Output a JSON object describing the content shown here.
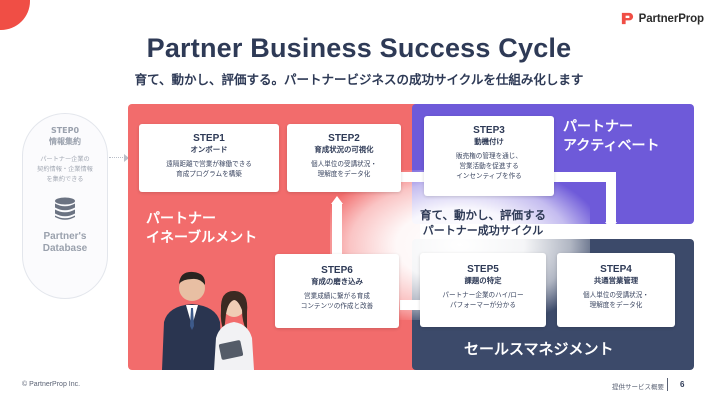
{
  "brand": {
    "name": "PartnerProp",
    "logo_icon": "partnerprop-logo-icon",
    "accent": "#f04e45"
  },
  "header": {
    "title": "Partner Business Success Cycle",
    "subtitle": "育て、動かし、評価する。パートナービジネスの成功サイクルを仕組み化します"
  },
  "step0": {
    "title_line1": "STEP0",
    "title_line2": "情報集約",
    "desc_line1": "パートナー企業の",
    "desc_line2": "契約情報・企業情報",
    "desc_line3": "を集約できる",
    "icon": "database-icon",
    "db_label_line1": "Partner's",
    "db_label_line2": "Database"
  },
  "panels": {
    "enable": {
      "line1": "パートナー",
      "line2": "イネーブルメント",
      "color": "#f26c6c"
    },
    "activate": {
      "line1": "パートナー",
      "line2": "アクティベート",
      "color": "#6e5ad9"
    },
    "sales": {
      "line1": "セールスマネジメント",
      "color": "#3c4a6a"
    }
  },
  "cycle": {
    "line1": "育て、動かし、評価する",
    "line2": "パートナー成功サイクル"
  },
  "steps": [
    {
      "step": "STEP1",
      "name": "オンボード",
      "desc1": "遠隔距離で営業が稼働できる",
      "desc2": "育成プログラムを構築"
    },
    {
      "step": "STEP2",
      "name": "育成状況の可視化",
      "desc1": "個人単位の受講状況・",
      "desc2": "理解度をデータ化"
    },
    {
      "step": "STEP3",
      "name": "動機付け",
      "desc1": "販売権の管理を通じ、",
      "desc2": "営業活動を促進する",
      "desc3": "インセンティブを作る"
    },
    {
      "step": "STEP4",
      "name": "共通営業管理",
      "desc1": "個人単位の受講状況・",
      "desc2": "理解度をデータ化"
    },
    {
      "step": "STEP5",
      "name": "課題の特定",
      "desc1": "パートナー企業のハイ/ロー",
      "desc2": "パフォーマーが分かる"
    },
    {
      "step": "STEP6",
      "name": "育成の磨き込み",
      "desc1": "営業成績に繋がる育成",
      "desc2": "コンテンツの作成と改善"
    }
  ],
  "footer": {
    "copyright": "© PartnerProp Inc.",
    "label": "提供サービス概要",
    "page": "6"
  }
}
